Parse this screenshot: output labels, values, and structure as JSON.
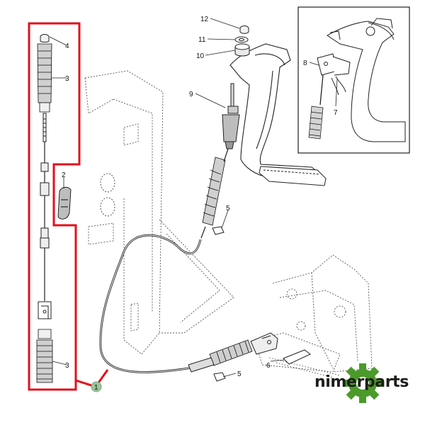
{
  "diagram": {
    "callouts": [
      {
        "id": "c12",
        "label": "12"
      },
      {
        "id": "c11",
        "label": "11"
      },
      {
        "id": "c10",
        "label": "10"
      },
      {
        "id": "c9",
        "label": "9"
      },
      {
        "id": "c8",
        "label": "8"
      },
      {
        "id": "c7",
        "label": "7"
      },
      {
        "id": "c6",
        "label": "6"
      },
      {
        "id": "c5a",
        "label": "5"
      },
      {
        "id": "c5b",
        "label": "5"
      },
      {
        "id": "c4",
        "label": "4"
      },
      {
        "id": "c3a",
        "label": "3"
      },
      {
        "id": "c3b",
        "label": "3"
      },
      {
        "id": "c2",
        "label": "2"
      },
      {
        "id": "c1",
        "label": "1"
      }
    ],
    "highlight_color": "#e3101c",
    "badge_color": "#9cc49c"
  },
  "brand": {
    "name": "nimerparts",
    "logo_color": "#4b9a2a"
  }
}
